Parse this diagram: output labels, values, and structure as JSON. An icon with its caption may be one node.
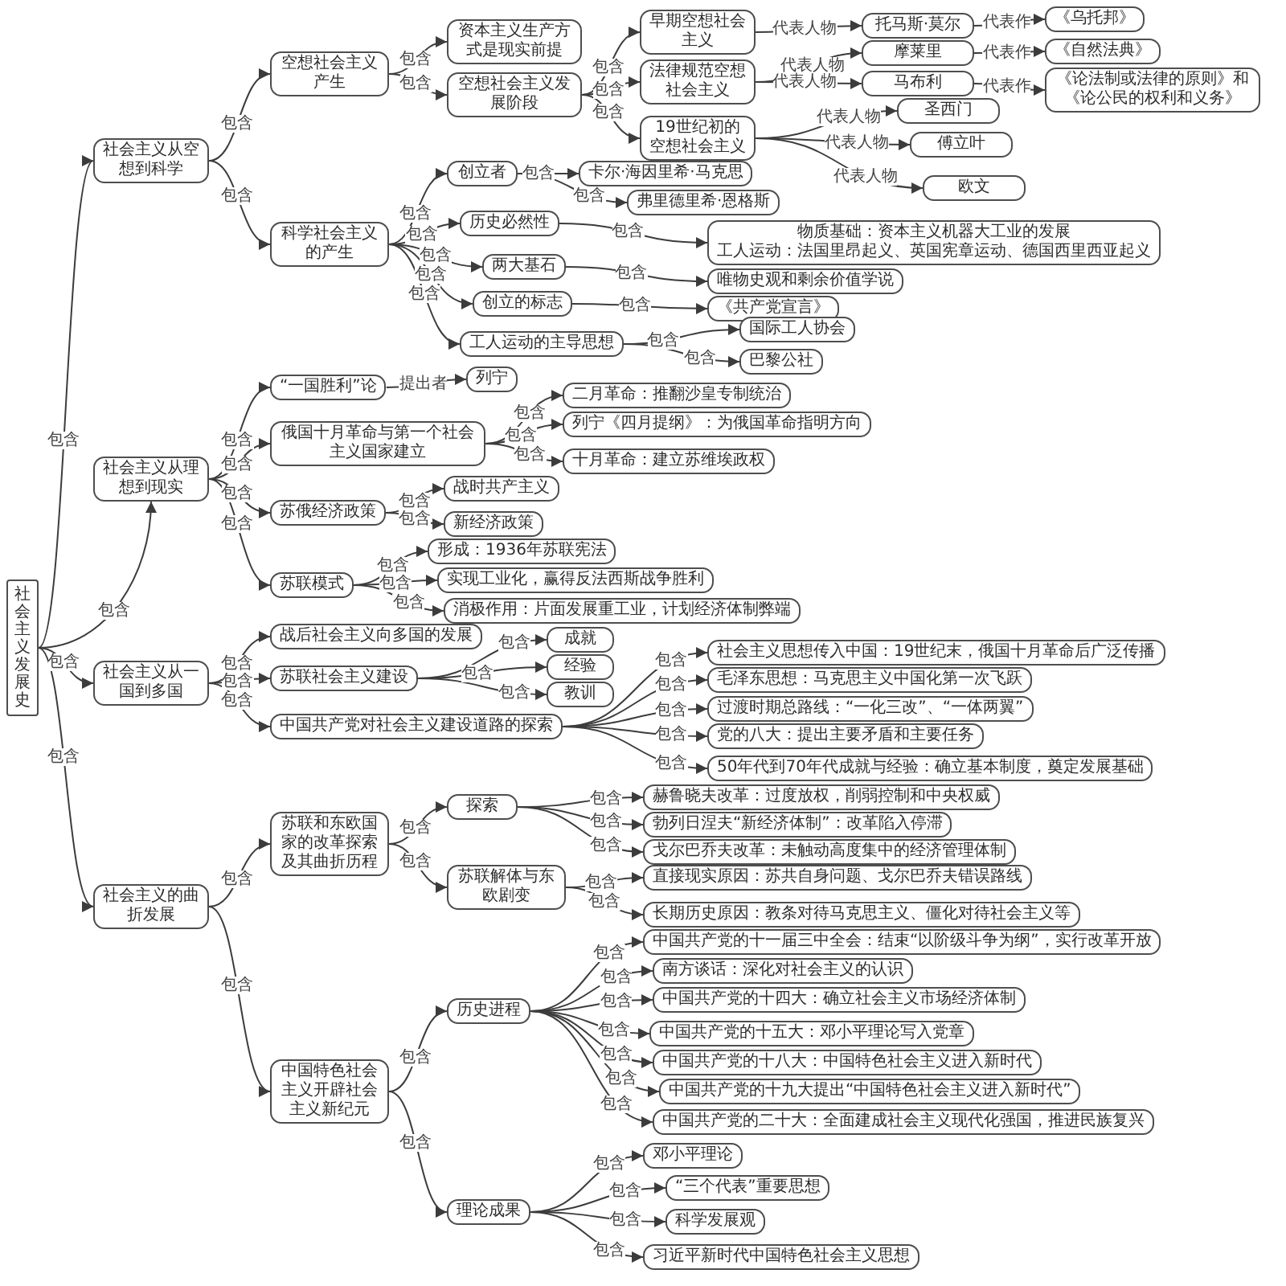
{
  "diagram": {
    "nodes": [
      {
        "text": [
          "社会主义发展史"
        ]
      },
      {
        "text": [
          "社会主义从空想到科学"
        ]
      },
      {
        "text": [
          "空想社会主义产生"
        ]
      },
      {
        "text": [
          "资本主义生产方式是现实前提"
        ]
      },
      {
        "text": [
          "空想社会主义发展阶段"
        ]
      },
      {
        "text": [
          "早期空想社会主义"
        ]
      },
      {
        "text": [
          "托马斯·莫尔"
        ]
      },
      {
        "text": [
          "《乌托邦》"
        ]
      },
      {
        "text": [
          "法律规范空想社会主义"
        ]
      },
      {
        "text": [
          "摩莱里"
        ]
      },
      {
        "text": [
          "《自然法典》"
        ]
      },
      {
        "text": [
          "马布利"
        ]
      },
      {
        "text": [
          "《论法制或法律的原则》和《论公民的权利和义务》"
        ]
      },
      {
        "text": [
          "19世纪初的空想社会主义"
        ]
      },
      {
        "text": [
          "圣西门"
        ]
      },
      {
        "text": [
          "傅立叶"
        ]
      },
      {
        "text": [
          "欧文"
        ]
      },
      {
        "text": [
          "科学社会主义的产生"
        ]
      },
      {
        "text": [
          "创立者"
        ]
      },
      {
        "text": [
          "卡尔·海因里希·马克思"
        ]
      },
      {
        "text": [
          "弗里德里希·恩格斯"
        ]
      },
      {
        "text": [
          "历史必然性"
        ]
      },
      {
        "text": [
          "物质基础：资本主义机器大工业的发展",
          "工人运动：法国里昂起义、英国宪章运动、德国西里西亚起义"
        ]
      },
      {
        "text": [
          "两大基石"
        ]
      },
      {
        "text": [
          "唯物史观和剩余价值学说"
        ]
      },
      {
        "text": [
          "创立的标志"
        ]
      },
      {
        "text": [
          "《共产党宣言》"
        ]
      },
      {
        "text": [
          "工人运动的主导思想"
        ]
      },
      {
        "text": [
          "国际工人协会"
        ]
      },
      {
        "text": [
          "巴黎公社"
        ]
      },
      {
        "text": [
          "社会主义从理想到现实"
        ]
      },
      {
        "text": [
          "“一国胜利”论"
        ]
      },
      {
        "text": [
          "列宁"
        ]
      },
      {
        "text": [
          "俄国十月革命与第一个社会主义国家建立"
        ]
      },
      {
        "text": [
          "二月革命：推翻沙皇专制统治"
        ]
      },
      {
        "text": [
          "列宁《四月提纲》：为俄国革命指明方向"
        ]
      },
      {
        "text": [
          "十月革命：建立苏维埃政权"
        ]
      },
      {
        "text": [
          "苏俄经济政策"
        ]
      },
      {
        "text": [
          "战时共产主义"
        ]
      },
      {
        "text": [
          "新经济政策"
        ]
      },
      {
        "text": [
          "苏联模式"
        ]
      },
      {
        "text": [
          "形成：1936年苏联宪法"
        ]
      },
      {
        "text": [
          "实现工业化，赢得反法西斯战争胜利"
        ]
      },
      {
        "text": [
          "消极作用：片面发展重工业，计划经济体制弊端"
        ]
      },
      {
        "text": [
          "社会主义从一国到多国"
        ]
      },
      {
        "text": [
          "战后社会主义向多国的发展"
        ]
      },
      {
        "text": [
          "苏联社会主义建设"
        ]
      },
      {
        "text": [
          "成就"
        ]
      },
      {
        "text": [
          "经验"
        ]
      },
      {
        "text": [
          "教训"
        ]
      },
      {
        "text": [
          "中国共产党对社会主义建设道路的探索"
        ]
      },
      {
        "text": [
          "社会主义思想传入中国：19世纪末，俄国十月革命后广泛传播"
        ]
      },
      {
        "text": [
          "毛泽东思想：马克思主义中国化第一次飞跃"
        ]
      },
      {
        "text": [
          "过渡时期总路线：“一化三改”、“一体两翼”"
        ]
      },
      {
        "text": [
          "党的八大：提出主要矛盾和主要任务"
        ]
      },
      {
        "text": [
          "50年代到70年代成就与经验：确立基本制度，奠定发展基础"
        ]
      },
      {
        "text": [
          "社会主义的曲折发展"
        ]
      },
      {
        "text": [
          "苏联和东欧国家的改革探索及其曲折历程"
        ]
      },
      {
        "text": [
          "探索"
        ]
      },
      {
        "text": [
          "赫鲁晓夫改革：过度放权，削弱控制和中央权威"
        ]
      },
      {
        "text": [
          "勃列日涅夫“新经济体制”：改革陷入停滞"
        ]
      },
      {
        "text": [
          "戈尔巴乔夫改革：未触动高度集中的经济管理体制"
        ]
      },
      {
        "text": [
          "苏联解体与东欧剧变"
        ]
      },
      {
        "text": [
          "直接现实原因：苏共自身问题、戈尔巴乔夫错误路线"
        ]
      },
      {
        "text": [
          "长期历史原因：教条对待马克思主义、僵化对待社会主义等"
        ]
      },
      {
        "text": [
          "中国特色社会主义开辟社会主义新纪元"
        ]
      },
      {
        "text": [
          "历史进程"
        ]
      },
      {
        "text": [
          "中国共产党的十一届三中全会：结束“以阶级斗争为纲”，实行改革开放"
        ]
      },
      {
        "text": [
          "南方谈话：深化对社会主义的认识"
        ]
      },
      {
        "text": [
          "中国共产党的十四大：确立社会主义市场经济体制"
        ]
      },
      {
        "text": [
          "中国共产党的十五大：邓小平理论写入党章"
        ]
      },
      {
        "text": [
          "中国共产党的十八大：中国特色社会主义进入新时代"
        ]
      },
      {
        "text": [
          "中国共产党的十九大提出“中国特色社会主义进入新时代”"
        ]
      },
      {
        "text": [
          "中国共产党的二十大：全面建成社会主义现代化强国，推进民族复兴"
        ]
      },
      {
        "text": [
          "理论成果"
        ]
      },
      {
        "text": [
          "邓小平理论"
        ]
      },
      {
        "text": [
          "“三个代表”重要思想"
        ]
      },
      {
        "text": [
          "科学发展观"
        ]
      },
      {
        "text": [
          "习近平新时代中国特色社会主义思想"
        ]
      }
    ],
    "edges": [
      {
        "from": 0,
        "to": 1,
        "arrow": "to",
        "label": "包含"
      },
      {
        "from": 1,
        "to": 2,
        "arrow": "to",
        "label": "包含"
      },
      {
        "from": 2,
        "to": 3,
        "arrow": "to",
        "label": "包含"
      },
      {
        "from": 2,
        "to": 4,
        "arrow": "to",
        "label": "包含"
      },
      {
        "from": 4,
        "to": 5,
        "arrow": "to",
        "label": "包含"
      },
      {
        "from": 5,
        "to": 6,
        "arrow": "to",
        "label": "代表人物"
      },
      {
        "from": 6,
        "to": 7,
        "arrow": "to",
        "label": "代表作"
      },
      {
        "from": 4,
        "to": 8,
        "arrow": "to",
        "label": "包含"
      },
      {
        "from": 8,
        "to": 9,
        "arrow": "to",
        "label": "代表人物"
      },
      {
        "from": 9,
        "to": 10,
        "arrow": "to",
        "label": "代表作"
      },
      {
        "from": 8,
        "to": 11,
        "arrow": "to",
        "label": "代表人物"
      },
      {
        "from": 11,
        "to": 12,
        "arrow": "to",
        "label": "代表作"
      },
      {
        "from": 4,
        "to": 13,
        "arrow": "to",
        "label": "包含"
      },
      {
        "from": 13,
        "to": 14,
        "arrow": "to",
        "label": "代表人物"
      },
      {
        "from": 13,
        "to": 15,
        "arrow": "to",
        "label": "代表人物"
      },
      {
        "from": 13,
        "to": 16,
        "arrow": "to",
        "label": "代表人物"
      },
      {
        "from": 1,
        "to": 17,
        "arrow": "to",
        "label": "包含"
      },
      {
        "from": 17,
        "to": 18,
        "arrow": "to",
        "label": "包含"
      },
      {
        "from": 18,
        "to": 19,
        "arrow": "to",
        "label": "包含"
      },
      {
        "from": 18,
        "to": 20,
        "arrow": "to",
        "label": "包含"
      },
      {
        "from": 17,
        "to": 21,
        "arrow": "to",
        "label": "包含"
      },
      {
        "from": 21,
        "to": 22,
        "arrow": "to",
        "label": "包含"
      },
      {
        "from": 17,
        "to": 23,
        "arrow": "to",
        "label": "包含"
      },
      {
        "from": 23,
        "to": 24,
        "arrow": "to",
        "label": "包含"
      },
      {
        "from": 17,
        "to": 25,
        "arrow": "to",
        "label": "包含"
      },
      {
        "from": 25,
        "to": 26,
        "arrow": "to",
        "label": "包含"
      },
      {
        "from": 17,
        "to": 27,
        "arrow": "to",
        "label": "包含"
      },
      {
        "from": 27,
        "to": 28,
        "arrow": "to",
        "label": "包含"
      },
      {
        "from": 27,
        "to": 29,
        "arrow": "to",
        "label": "包含"
      },
      {
        "from": 0,
        "to": 30,
        "arrow": "to",
        "label": "包含"
      },
      {
        "from": 30,
        "to": 31,
        "arrow": "to",
        "label": "包含"
      },
      {
        "from": 31,
        "to": 32,
        "arrow": "to",
        "label": "提出者"
      },
      {
        "from": 30,
        "to": 33,
        "arrow": "to",
        "label": "包含"
      },
      {
        "from": 33,
        "to": 34,
        "arrow": "to",
        "label": "包含"
      },
      {
        "from": 33,
        "to": 35,
        "arrow": "to",
        "label": "包含"
      },
      {
        "from": 33,
        "to": 36,
        "arrow": "to",
        "label": "包含"
      },
      {
        "from": 30,
        "to": 37,
        "arrow": "to",
        "label": "包含"
      },
      {
        "from": 37,
        "to": 38,
        "arrow": "to",
        "label": "包含"
      },
      {
        "from": 37,
        "to": 39,
        "arrow": "to",
        "label": "包含"
      },
      {
        "from": 30,
        "to": 40,
        "arrow": "to",
        "label": "包含"
      },
      {
        "from": 40,
        "to": 41,
        "arrow": "to",
        "label": "包含"
      },
      {
        "from": 40,
        "to": 42,
        "arrow": "to",
        "label": "包含"
      },
      {
        "from": 40,
        "to": 43,
        "arrow": "to",
        "label": "包含"
      },
      {
        "from": 0,
        "to": 44,
        "arrow": "to",
        "label": "包含"
      },
      {
        "from": 44,
        "to": 45,
        "arrow": "to",
        "label": "包含"
      },
      {
        "from": 44,
        "to": 46,
        "arrow": "to",
        "label": "包含"
      },
      {
        "from": 46,
        "to": 47,
        "arrow": "to",
        "label": "包含"
      },
      {
        "from": 46,
        "to": 48,
        "arrow": "to",
        "label": "包含"
      },
      {
        "from": 46,
        "to": 49,
        "arrow": "to",
        "label": "包含"
      },
      {
        "from": 44,
        "to": 50,
        "arrow": "to",
        "label": "包含"
      },
      {
        "from": 50,
        "to": 51,
        "arrow": "to",
        "label": "包含"
      },
      {
        "from": 50,
        "to": 52,
        "arrow": "to",
        "label": "包含"
      },
      {
        "from": 50,
        "to": 53,
        "arrow": "to",
        "label": "包含"
      },
      {
        "from": 50,
        "to": 54,
        "arrow": "to",
        "label": "包含"
      },
      {
        "from": 50,
        "to": 55,
        "arrow": "to",
        "label": "包含"
      },
      {
        "from": 0,
        "to": 56,
        "arrow": "to",
        "label": "包含"
      },
      {
        "from": 56,
        "to": 57,
        "arrow": "to",
        "label": "包含"
      },
      {
        "from": 57,
        "to": 58,
        "arrow": "to",
        "label": "包含"
      },
      {
        "from": 58,
        "to": 59,
        "arrow": "to",
        "label": "包含"
      },
      {
        "from": 58,
        "to": 60,
        "arrow": "to",
        "label": "包含"
      },
      {
        "from": 58,
        "to": 61,
        "arrow": "to",
        "label": "包含"
      },
      {
        "from": 57,
        "to": 62,
        "arrow": "to",
        "label": "包含"
      },
      {
        "from": 62,
        "to": 63,
        "arrow": "to",
        "label": "包含"
      },
      {
        "from": 62,
        "to": 64,
        "arrow": "to",
        "label": "包含"
      },
      {
        "from": 56,
        "to": 65,
        "arrow": "to",
        "label": "包含"
      },
      {
        "from": 65,
        "to": 66,
        "arrow": "to",
        "label": "包含"
      },
      {
        "from": 66,
        "to": 67,
        "arrow": "to",
        "label": "包含"
      },
      {
        "from": 66,
        "to": 68,
        "arrow": "to",
        "label": "包含"
      },
      {
        "from": 66,
        "to": 69,
        "arrow": "to",
        "label": "包含"
      },
      {
        "from": 66,
        "to": 70,
        "arrow": "to",
        "label": "包含"
      },
      {
        "from": 66,
        "to": 71,
        "arrow": "to",
        "label": "包含"
      },
      {
        "from": 66,
        "to": 72,
        "arrow": "to",
        "label": "包含"
      },
      {
        "from": 66,
        "to": 73,
        "arrow": "to",
        "label": "包含"
      },
      {
        "from": 65,
        "to": 74,
        "arrow": "to",
        "label": "包含"
      },
      {
        "from": 74,
        "to": 75,
        "arrow": "to",
        "label": "包含"
      },
      {
        "from": 74,
        "to": 76,
        "arrow": "to",
        "label": "包含"
      },
      {
        "from": 74,
        "to": 77,
        "arrow": "to",
        "label": "包含"
      },
      {
        "from": 74,
        "to": 78,
        "arrow": "to",
        "label": "包含"
      }
    ]
  }
}
